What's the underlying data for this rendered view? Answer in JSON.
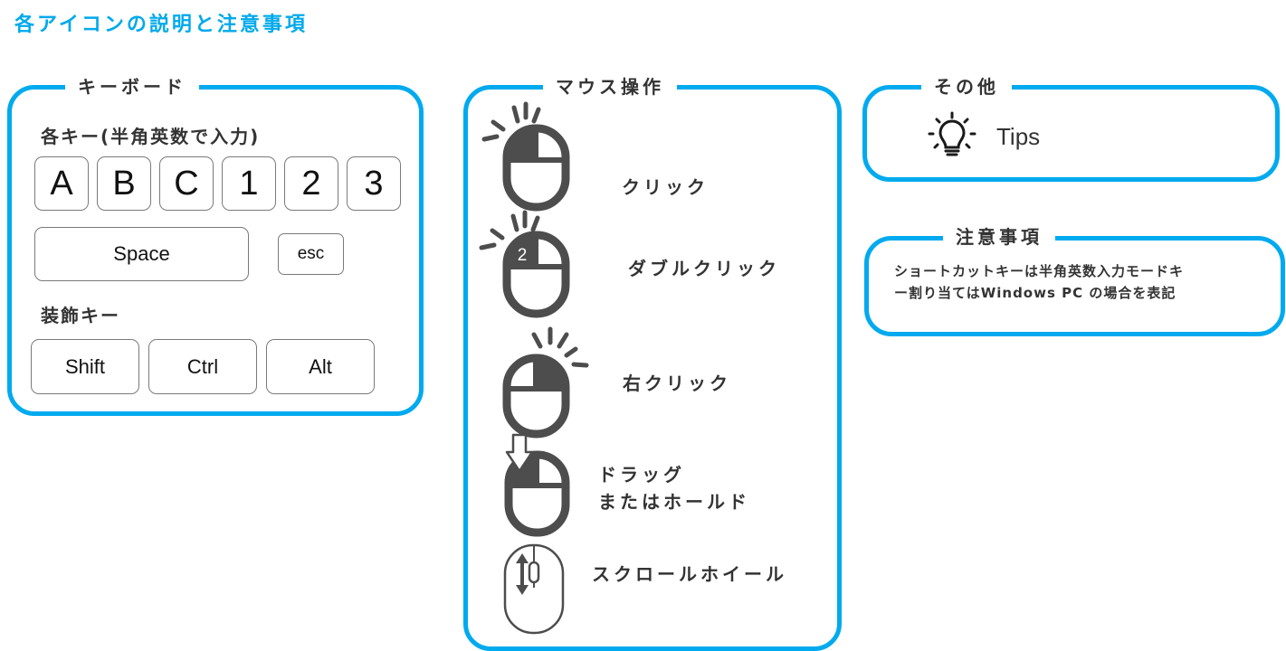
{
  "page_title": "各アイコンの説明と注意事項",
  "colors": {
    "accent": "#00aaee",
    "title": "#00a9ec",
    "icon": "#4d4d4d",
    "text": "#333333"
  },
  "keyboard": {
    "title": "キーボード",
    "keys_label": "各キー(半角英数で入力)",
    "keys": [
      "A",
      "B",
      "C",
      "1",
      "2",
      "3"
    ],
    "space": "Space",
    "esc": "esc",
    "modifiers_label": "装飾キー",
    "modifiers": [
      "Shift",
      "Ctrl",
      "Alt"
    ]
  },
  "mouse": {
    "title": "マウス操作",
    "click": "クリック",
    "double_click": "ダブルクリック",
    "double_click_badge": "2",
    "right_click": "右クリック",
    "drag_line1": "ドラッグ",
    "drag_line2": "またはホールド",
    "scroll": "スクロールホイール",
    "icons": [
      "left-click-mouse-icon",
      "double-click-mouse-icon",
      "right-click-mouse-icon",
      "drag-mouse-icon",
      "scroll-wheel-mouse-icon"
    ]
  },
  "other": {
    "title": "その他",
    "tips": "Tips",
    "icon": "lightbulb-icon"
  },
  "notes": {
    "title": "注意事項",
    "line1": "ショートカットキーは半角英数入力モードキ",
    "line2": "ー割り当てはWindows PC の場合を表記"
  }
}
